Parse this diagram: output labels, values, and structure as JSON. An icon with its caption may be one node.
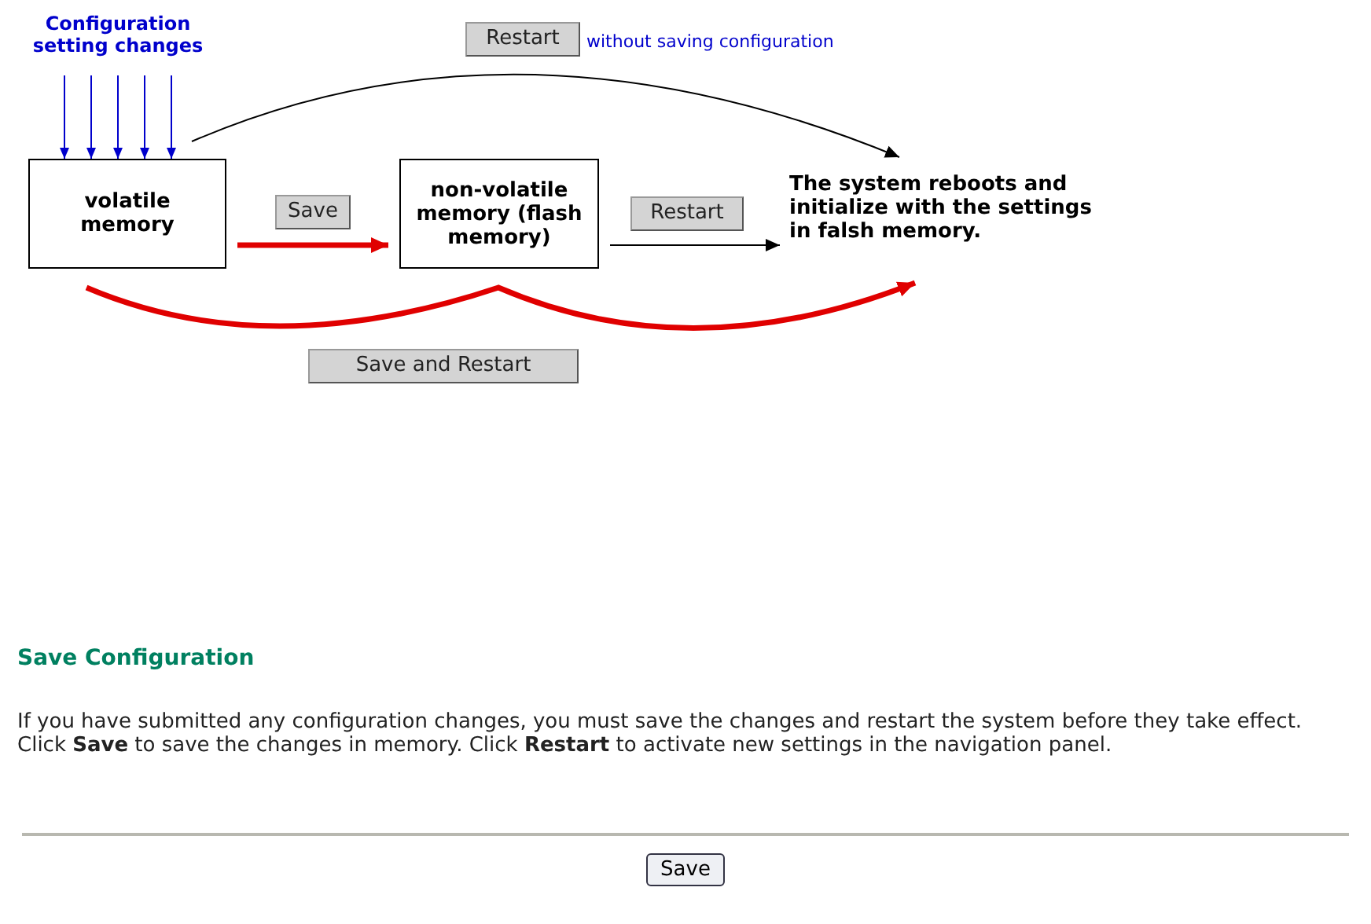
{
  "diagram": {
    "title": "Save Configuration",
    "nodes": [
      {
        "text": [
          "Configuration setting changes"
        ]
      },
      {
        "text": [
          "volatile memory"
        ]
      },
      {
        "text": [
          "non-volatile memory (flash memory)"
        ]
      },
      {
        "text": [
          "The system reboots and initialize with the settings in falsh memory."
        ]
      }
    ],
    "edges": [
      {
        "from": 0,
        "to": 1,
        "arrow": "to",
        "color": "#0000cc"
      },
      {
        "from": 0,
        "to": 1,
        "arrow": "to",
        "color": "#0000cc"
      },
      {
        "from": 0,
        "to": 1,
        "arrow": "to",
        "color": "#0000cc"
      },
      {
        "from": 0,
        "to": 1,
        "arrow": "to",
        "color": "#0000cc"
      },
      {
        "from": 0,
        "to": 1,
        "arrow": "to",
        "color": "#0000cc"
      },
      {
        "from": 1,
        "to": 3,
        "arrow": "to",
        "label": "Restart",
        "color": "#000000"
      },
      {
        "from": 1,
        "to": 2,
        "arrow": "to",
        "label": "Save",
        "style": "thick",
        "color": "#e00000"
      },
      {
        "from": 2,
        "to": 3,
        "arrow": "to",
        "label": "Restart",
        "color": "#000000"
      },
      {
        "from": 1,
        "to": 3,
        "arrow": "to",
        "label": "Save and Restart",
        "style": "thick",
        "color": "#e00000"
      }
    ],
    "labels": [
      "without saving configuration",
      "If you have submitted any configuration changes, you must save the changes and restart the system before they take effect. Click **Save** to save the changes in memory. Click **Restart** to activate new settings in the navigation panel.",
      "Save"
    ]
  }
}
